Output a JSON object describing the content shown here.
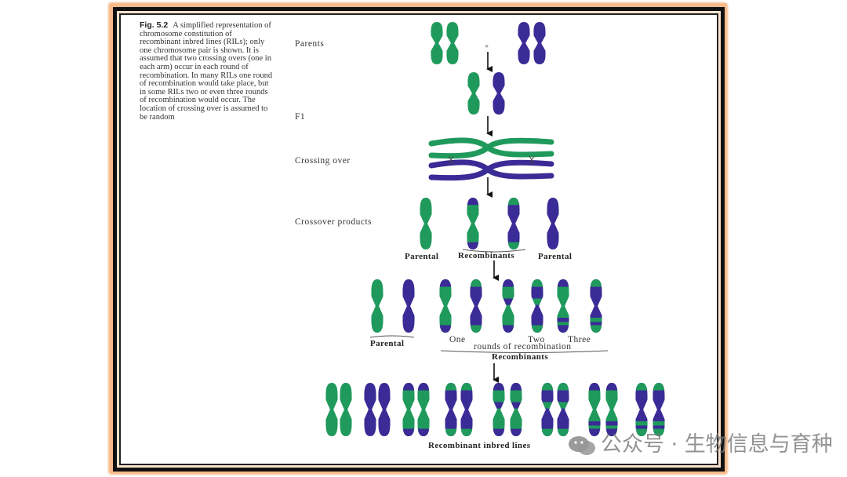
{
  "figure": {
    "caption_label": "Fig. 5.2",
    "caption_text": "A simplified representation of chromosome constitution of recombinant inbred lines (RILs); only one chromosome pair is shown. It is assumed that two crossing overs (one in each arm) occur in each round of recombination. In many RILs one round of recombination would take place, but in some RILs two or even three rounds of recombination would occur. The location of crossing over is assumed to be random",
    "stages": {
      "parents": "Parents",
      "cross_symbol": "×",
      "f1": "F1",
      "crossing_over": "Crossing over",
      "crossover_products": "Crossover products"
    },
    "product_labels": {
      "parental_left": "Parental",
      "recombinants": "Recombinants",
      "parental_right": "Parental"
    },
    "round_labels": {
      "parental": "Parental",
      "one": "One",
      "two": "Two",
      "three": "Three",
      "rounds": "rounds of recombination",
      "recombinants": "Recombinants"
    },
    "ril_label": "Recombinant inbred lines",
    "colors": {
      "green": "#1f9a5c",
      "blue": "#3a2b96"
    }
  },
  "watermark": {
    "text": "公众号 · 生物信息与育种"
  }
}
